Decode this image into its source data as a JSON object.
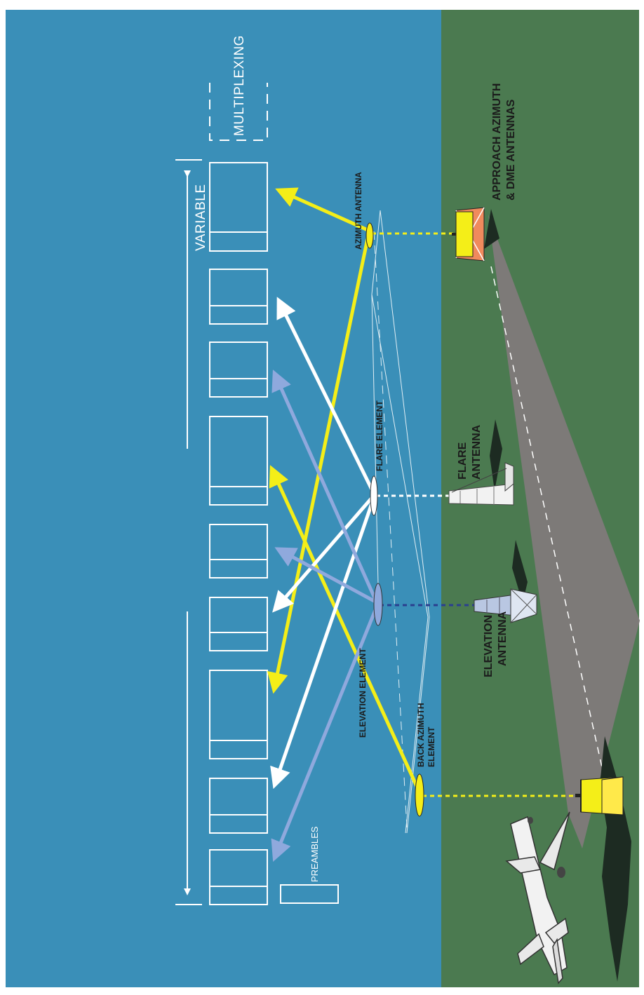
{
  "labels": {
    "multiplexing": "MULTIPLEXING",
    "variable": "VARIABLE",
    "preambles": "PREAMBLES",
    "azimuth_antenna": "AZIMUTH ANTENNA",
    "flare_element": "FLARE ELEMENT",
    "elevation_element": "ELEVATION ELEMENT",
    "back_azimuth_line1": "BACK AZIMUTH",
    "back_azimuth_line2": "ELEMENT",
    "approach_line1": "APPROACH AZIMUTH",
    "approach_line2": "& DME ANTENNAS",
    "flare_antenna_line1": "FLARE",
    "flare_antenna_line2": "ANTENNA",
    "elevation_antenna_line1": "ELEVATION",
    "elevation_antenna_line2": "ANTENNA"
  },
  "colors": {
    "sky": "#3a8fb8",
    "ground": "#4b7a50",
    "runway": "#7d7a78",
    "azimuth": "#f4ee18",
    "flare": "#ffffff",
    "elevation": "#8fa9dd",
    "elevation_link": "#2b3f8f",
    "text_dark": "#1b1b1b"
  }
}
